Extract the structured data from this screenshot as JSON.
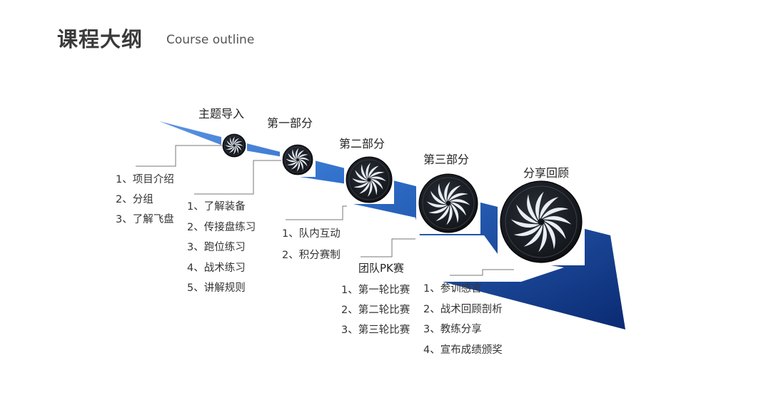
{
  "header": {
    "title": "课程大纲",
    "subtitle": "Course outline"
  },
  "stages": [
    {
      "name": "主题导入",
      "items": [
        "1、项目介绍",
        "2、分组",
        "3、了解飞盘"
      ]
    },
    {
      "name": "第一部分",
      "items": [
        "1、了解装备",
        "2、传接盘练习",
        "3、跑位练习",
        "4、战术练习",
        "5、讲解规则"
      ]
    },
    {
      "name": "第二部分",
      "items": [
        "1、队内互动",
        "2、积分赛制"
      ]
    },
    {
      "name": "第三部分",
      "title_below": "团队PK赛",
      "items": [
        "1、第一轮比赛",
        "2、第二轮比赛",
        "3、第三轮比赛"
      ]
    },
    {
      "name": "分享回顾",
      "items": [
        "1、参训感言",
        "2、战术回顾剖析",
        "3、教练分享",
        "4、宣布成绩颁奖"
      ]
    }
  ],
  "colors": {
    "arrow_light": "#3f7fd6",
    "arrow_dark": "#0d2f7c",
    "disc": "#15181d",
    "disc_swirl": "#e8eef6",
    "leader": "#777777"
  },
  "icons": {
    "disc": "frisbee-disc-icon",
    "arrow": "progress-arrow"
  }
}
